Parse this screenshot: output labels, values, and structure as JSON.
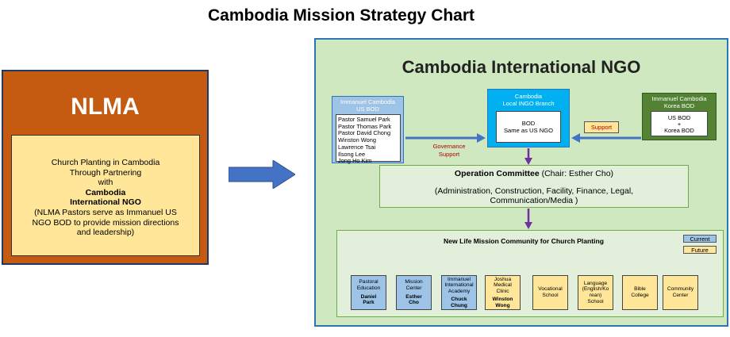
{
  "title": "Cambodia Mission Strategy Chart",
  "nlma": {
    "title": "NLMA",
    "body_lines": [
      "Church Planting in Cambodia",
      "Through Partnering",
      "with"
    ],
    "org_lines": [
      "Cambodia",
      "International NGO"
    ],
    "note_lines": [
      "(NLMA Pastors serve as Immanuel US",
      "NGO BOD to provide mission directions",
      "and leadership)"
    ]
  },
  "ngo": {
    "title": "Cambodia International NGO",
    "us_bod": {
      "head_lines": [
        "Immanuel Cambodia",
        "US BOD"
      ],
      "members": [
        "Pastor Samuel Park",
        "Pastor Thomas Park",
        "Pastor David Chong",
        "Winston Wong",
        "Lawrence Tsai",
        "Ilsong Lee",
        "Jong Ho Kim"
      ]
    },
    "local_branch": {
      "head_lines": [
        "Cambodia",
        "Local INGO Branch"
      ],
      "inner_lines": [
        "BOD",
        "Same as US NGO"
      ]
    },
    "korea_bod": {
      "head_lines": [
        "Immanuel Cambodia",
        "Korea BOD"
      ],
      "inner_lines": [
        "US BOD",
        "+",
        "Korea BOD"
      ]
    },
    "support_label": "Support",
    "governance_lines": [
      "Governance",
      "Support"
    ],
    "operation_committee": {
      "name": "Operation Committee",
      "chair": " (Chair: Esther Cho)",
      "duties_lines": [
        "(Administration, Construction, Facility, Finance, Legal,",
        "Communication/Media )"
      ]
    },
    "community": {
      "title": "New Life Mission Community for Church Planting",
      "legend": {
        "current": "Current",
        "future": "Future"
      },
      "units": [
        {
          "name_lines": [
            "Pastoral",
            "Education"
          ],
          "leader_lines": [
            "Daniel",
            "Park"
          ],
          "status": "current"
        },
        {
          "name_lines": [
            "Mission",
            "Center"
          ],
          "leader_lines": [
            "Esther",
            "Cho"
          ],
          "status": "current"
        },
        {
          "name_lines": [
            "Immanuel",
            "International",
            "Academy"
          ],
          "leader_lines": [
            "Chuck",
            "Chung"
          ],
          "status": "current"
        },
        {
          "name_lines": [
            "Joshua",
            "Medical",
            "Clinic"
          ],
          "leader_lines": [
            "Winston",
            "Wong"
          ],
          "status": "future"
        },
        {
          "name_lines": [
            "Vocational",
            "School"
          ],
          "leader_lines": [],
          "status": "future"
        },
        {
          "name_lines": [
            "Language",
            "(English/Ko",
            "rean)",
            "School"
          ],
          "leader_lines": [],
          "status": "future"
        },
        {
          "name_lines": [
            "Bible",
            "College"
          ],
          "leader_lines": [],
          "status": "future"
        },
        {
          "name_lines": [
            "Community",
            "Center"
          ],
          "leader_lines": [],
          "status": "future"
        }
      ]
    }
  },
  "colors": {
    "nlma_bg": "#c55a11",
    "nlma_inner": "#ffe699",
    "ngo_bg": "#cfe8bf",
    "current": "#9dc3e6",
    "future": "#ffe699",
    "connector": "#7030a0",
    "arrow": "#4472c4"
  }
}
